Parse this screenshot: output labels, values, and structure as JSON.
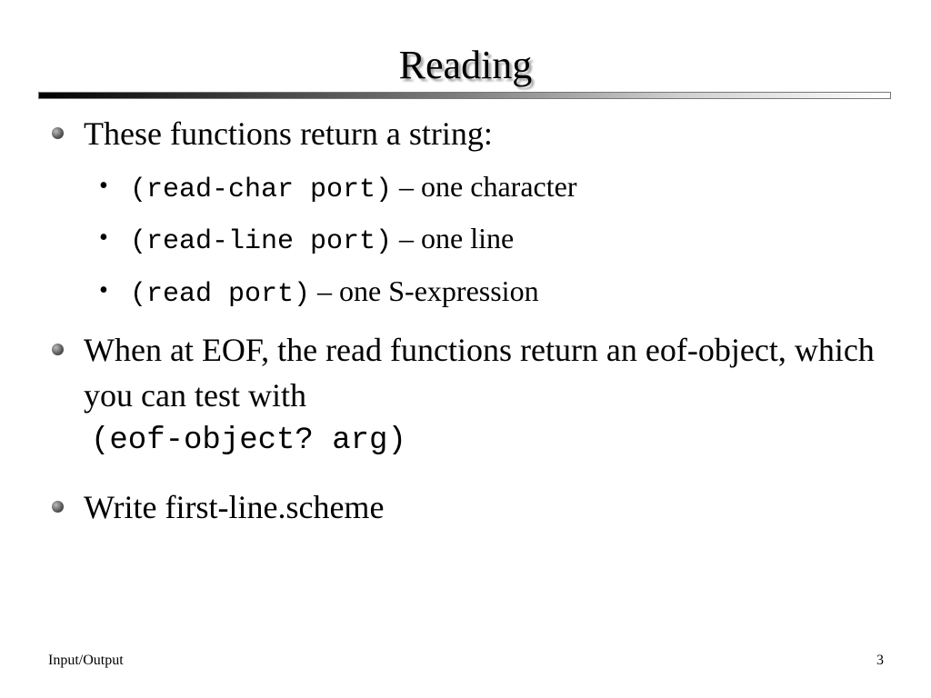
{
  "slide": {
    "title": "Reading",
    "bullets": [
      {
        "text": "These functions return a string:",
        "sub": [
          {
            "code": "(read-char port)",
            "text": " – one character"
          },
          {
            "code": "(read-line port)",
            "text": " – one line"
          },
          {
            "code": "(read port)",
            "text": " – one S-expression"
          }
        ]
      },
      {
        "text": "When at EOF, the read functions return an eof-object, which you can test with",
        "code": "(eof-object? arg)"
      },
      {
        "text": "Write first-line.scheme"
      }
    ],
    "footer": {
      "left": "Input/Output",
      "page_number": "3"
    }
  }
}
